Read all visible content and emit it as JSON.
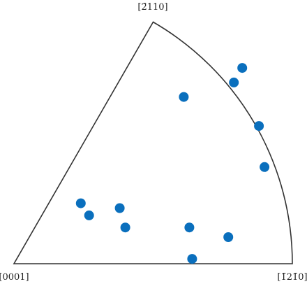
{
  "figure": {
    "poles": {
      "top_label": "[2̄110]",
      "bottom_left_label": "[0001]",
      "bottom_right_label": "[1̄21̄0]"
    },
    "marker_color": "#0a6fbd",
    "outline_color": "#333333"
  },
  "chart_data": {
    "type": "scatter",
    "title": "",
    "xlabel": "",
    "ylabel": "",
    "xlim": [
      0,
      1
    ],
    "ylim": [
      0,
      1
    ],
    "points": [
      {
        "x": 0.82,
        "y": 0.81
      },
      {
        "x": 0.79,
        "y": 0.75
      },
      {
        "x": 0.61,
        "y": 0.69
      },
      {
        "x": 0.88,
        "y": 0.57
      },
      {
        "x": 0.9,
        "y": 0.4
      },
      {
        "x": 0.24,
        "y": 0.25
      },
      {
        "x": 0.27,
        "y": 0.2
      },
      {
        "x": 0.38,
        "y": 0.23
      },
      {
        "x": 0.4,
        "y": 0.15
      },
      {
        "x": 0.63,
        "y": 0.15
      },
      {
        "x": 0.77,
        "y": 0.11
      },
      {
        "x": 0.64,
        "y": 0.02
      }
    ]
  }
}
